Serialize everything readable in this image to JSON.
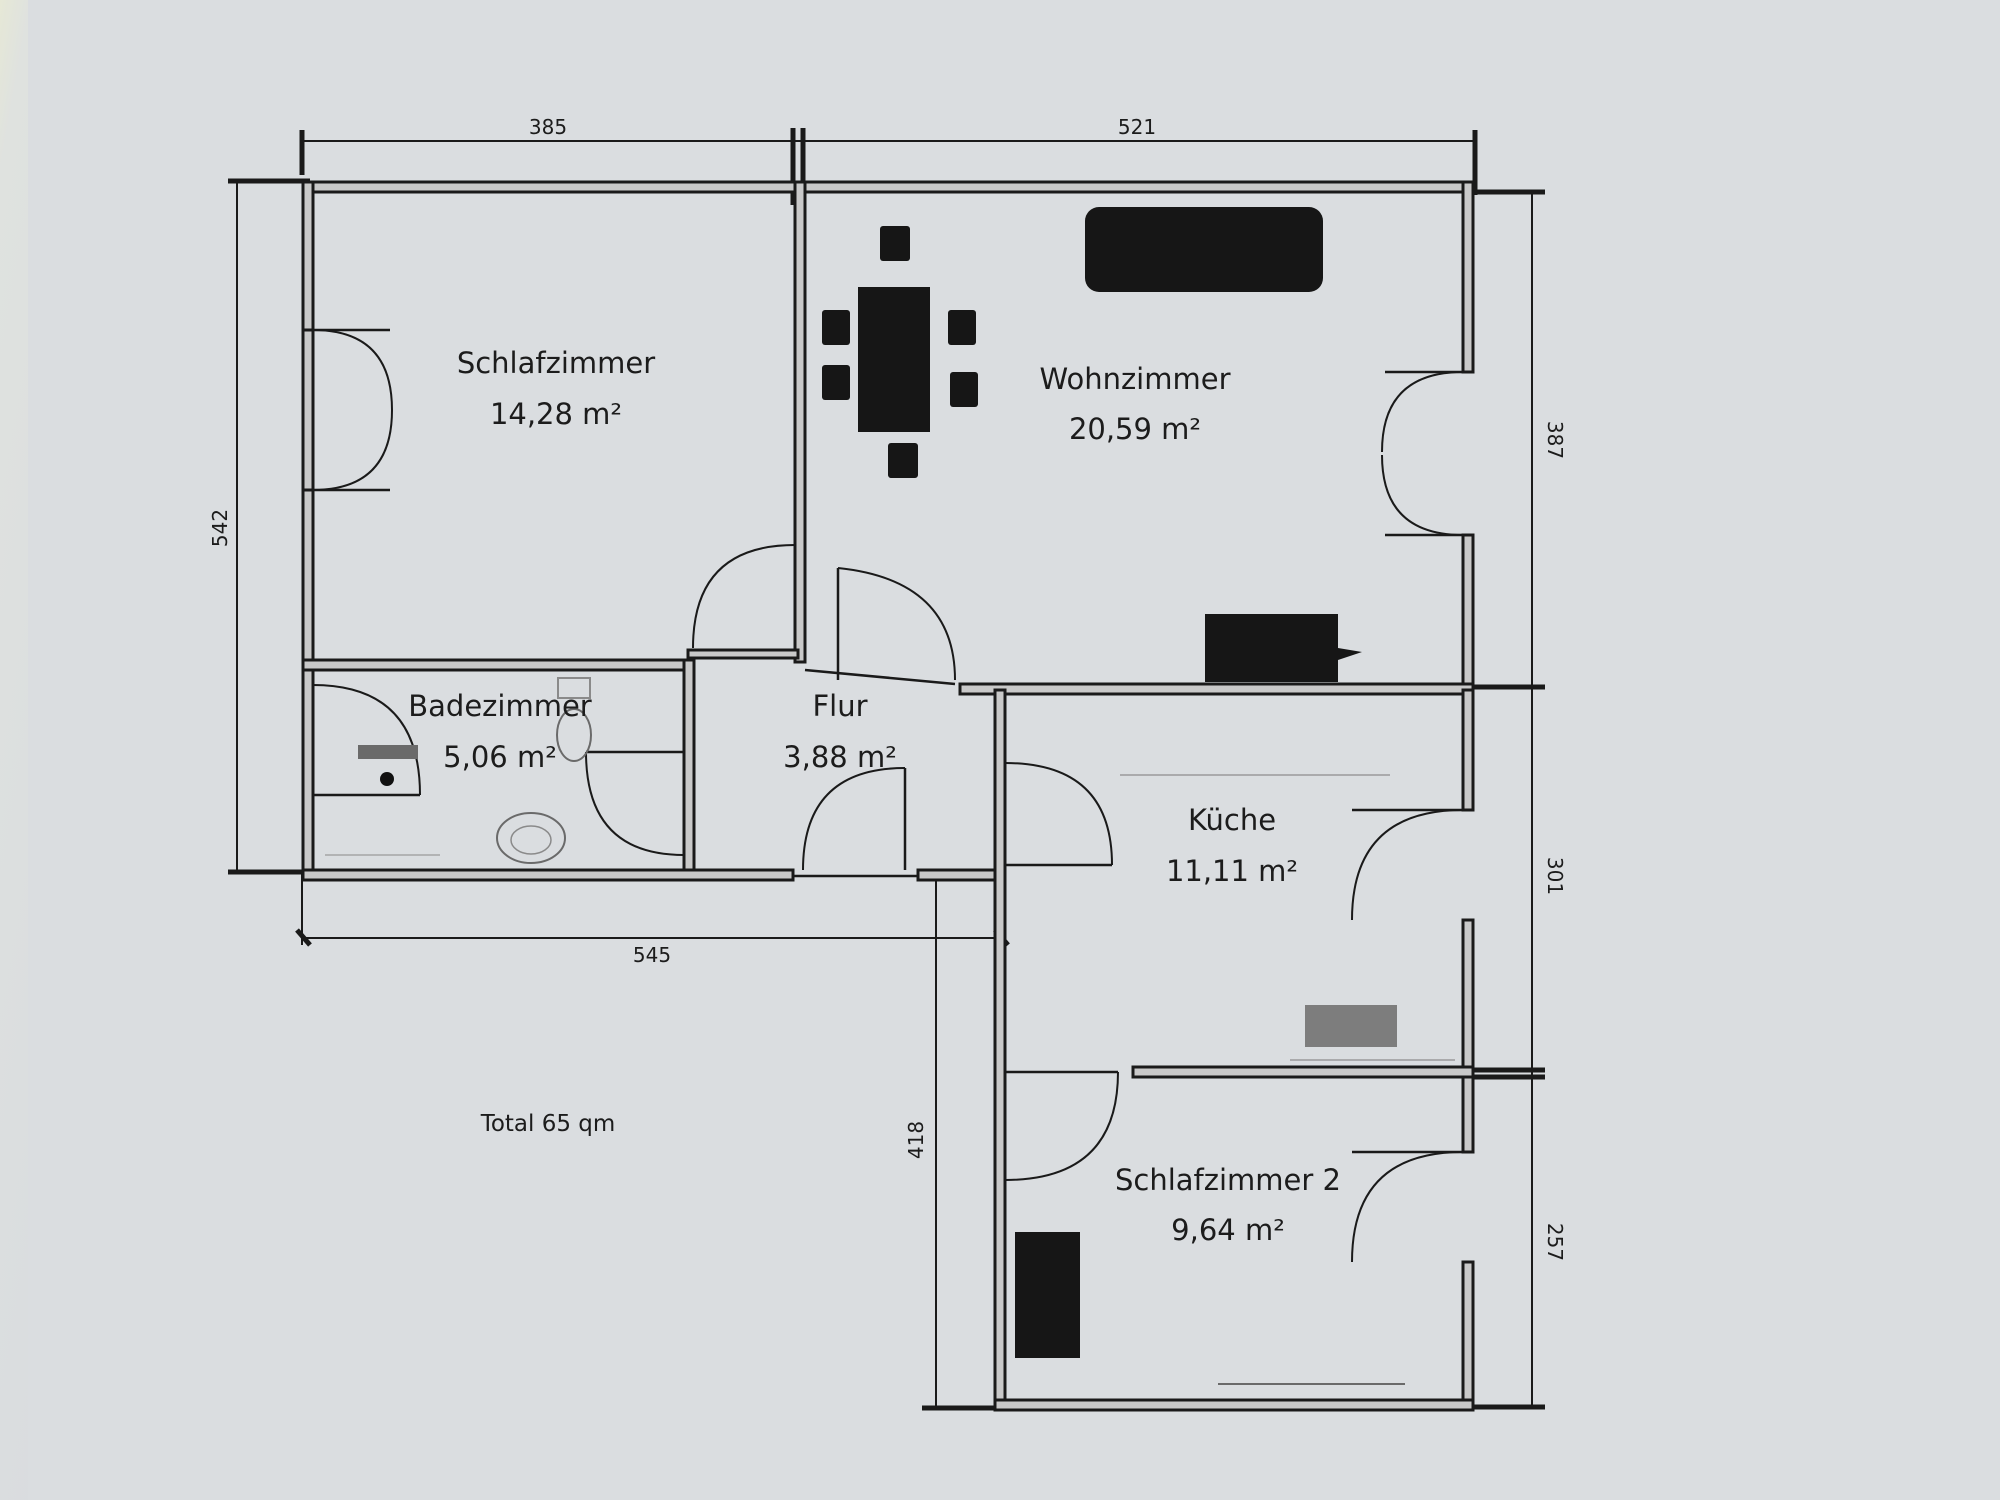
{
  "plan": {
    "total_label": "Total 65 qm",
    "rooms": {
      "schlafzimmer": {
        "name": "Schlafzimmer",
        "area": "14,28 m²"
      },
      "wohnzimmer": {
        "name": "Wohnzimmer",
        "area": "20,59 m²"
      },
      "badezimmer": {
        "name": "Badezimmer",
        "area": "5,06 m²"
      },
      "flur": {
        "name": "Flur",
        "area": "3,88 m²"
      },
      "kueche": {
        "name": "Küche",
        "area": "11,11 m²"
      },
      "schlafzimmer2": {
        "name": "Schlafzimmer 2",
        "area": "9,64 m²"
      }
    },
    "dimensions": {
      "top_left": "385",
      "top_right": "521",
      "left": "542",
      "bottom_left": "545",
      "right_upper": "387",
      "right_middle": "301",
      "right_lower": "257",
      "lower_left": "418"
    }
  },
  "colors": {
    "paper": "#d9dcdf",
    "ink": "#1a1a1a",
    "wall_fill": "#c9c9c9"
  }
}
